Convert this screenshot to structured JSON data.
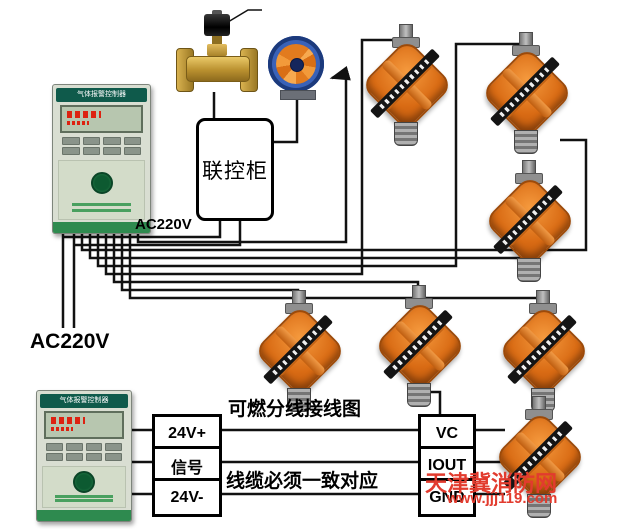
{
  "labels": {
    "ac220v_main": "AC220V",
    "ac220v_cabinet": "AC220V",
    "diagram_title": "可燃分线接线图",
    "cable_note": "线缆必须一致对应"
  },
  "cabinet": {
    "label": "联控柜"
  },
  "controller": {
    "header": "气体报警控制器"
  },
  "terminals": {
    "left": [
      "24V+",
      "信号",
      "24V-"
    ],
    "right": [
      "VC",
      "IOUT",
      "GND"
    ]
  },
  "watermark": {
    "line1": "天津冀消防网",
    "line2": "www.jjj119.com"
  },
  "colors": {
    "wire": "#111111",
    "detector_orange": "#e4761e",
    "watermark_red": "#e23b2e",
    "valve_brass": "#c79a3a",
    "fan_blue": "#2b4f9e",
    "controller_green": "#2e8a4f"
  }
}
